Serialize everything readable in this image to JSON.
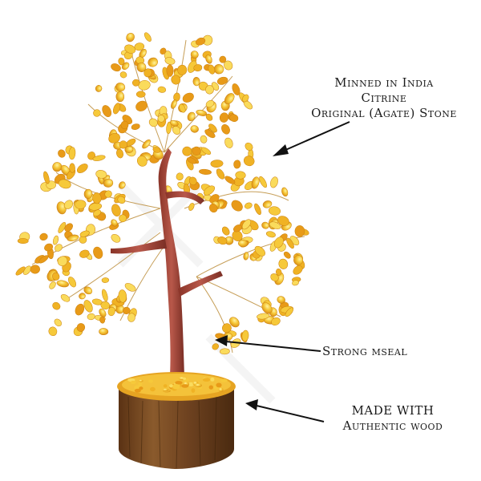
{
  "annotations": {
    "origin": {
      "line1": "Minned in India",
      "line2": "Citrine",
      "line3": "Original (Agate) Stone"
    },
    "seal": {
      "line1": "Strong mseal"
    },
    "wood": {
      "line1": "MADE WITH",
      "line2": "Authentic wood"
    }
  },
  "colors": {
    "background": "#ffffff",
    "stone_light": "#f8d24a",
    "stone_mid": "#f0b224",
    "stone_dark": "#d98a12",
    "trunk": "#a84a3a",
    "trunk_shadow": "#7a2e24",
    "wire": "#b8862e",
    "wood_base": "#7a4a22",
    "wood_dark": "#4e2c12",
    "arrow": "#111111"
  }
}
